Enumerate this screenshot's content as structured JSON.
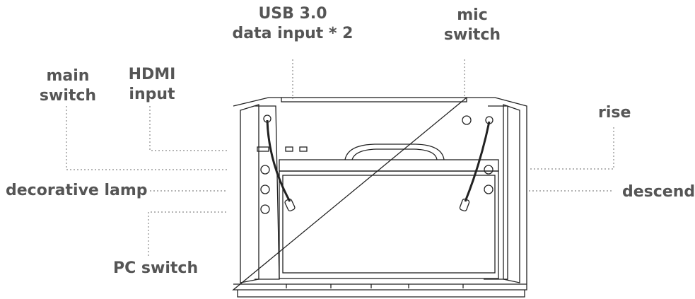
{
  "labels": {
    "usb_line1": "USB 3.0",
    "usb_line2": "data input * 2",
    "mic_line1": "mic",
    "mic_line2": "switch",
    "main_line1": "main",
    "main_line2": "switch",
    "hdmi_line1": "HDMI",
    "hdmi_line2": "input",
    "rise": "rise",
    "decorative_lamp": "decorative lamp",
    "descend": "descend",
    "pc_switch": "PC switch"
  },
  "colors": {
    "label_text": "#555555",
    "leader_line": "#888888",
    "device_outline": "#222222"
  }
}
